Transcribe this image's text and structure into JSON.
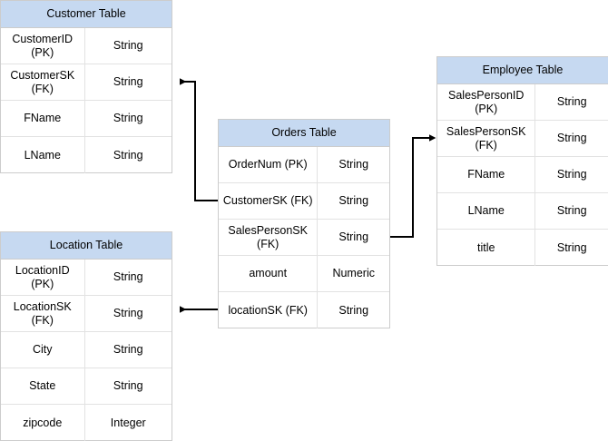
{
  "diagram": {
    "title_suffix": "Table",
    "header_color": "#c6d9f1",
    "border_color": "#cccccc",
    "row_border_color": "#e2e2e2",
    "connector_color": "#000000",
    "tables": [
      {
        "id": "customer",
        "title": "Customer Table",
        "rows": [
          {
            "name": "CustomerID (PK)",
            "type": "String"
          },
          {
            "name": "CustomerSK\n(FK)",
            "type": "String"
          },
          {
            "name": "FName",
            "type": "String"
          },
          {
            "name": "LName",
            "type": "String"
          }
        ]
      },
      {
        "id": "location",
        "title": "Location Table",
        "rows": [
          {
            "name": "LocationID (PK)",
            "type": "String"
          },
          {
            "name": "LocationSK (FK)",
            "type": "String"
          },
          {
            "name": "City",
            "type": "String"
          },
          {
            "name": "State",
            "type": "String"
          },
          {
            "name": "zipcode",
            "type": "Integer"
          }
        ]
      },
      {
        "id": "orders",
        "title": "Orders Table",
        "rows": [
          {
            "name": "OrderNum (PK)",
            "type": "String"
          },
          {
            "name": "CustomerSK (FK)",
            "type": "String"
          },
          {
            "name": "SalesPersonSK\n(FK)",
            "type": "String"
          },
          {
            "name": "amount",
            "type": "Numeric"
          },
          {
            "name": "locationSK (FK)",
            "type": "String"
          }
        ]
      },
      {
        "id": "employee",
        "title": "Employee Table",
        "rows": [
          {
            "name": "SalesPersonID (PK)",
            "type": "String"
          },
          {
            "name": "SalesPersonSK\n(FK)",
            "type": "String"
          },
          {
            "name": "FName",
            "type": "String"
          },
          {
            "name": "LName",
            "type": "String"
          },
          {
            "name": "title",
            "type": "String"
          }
        ]
      }
    ],
    "relationships": [
      {
        "id": "orders-customer",
        "from": "orders.CustomerSK (FK)",
        "to": "customer.CustomerSK (FK)"
      },
      {
        "id": "orders-employee",
        "from": "orders.SalesPersonSK (FK)",
        "to": "employee.SalesPersonSK (FK)"
      },
      {
        "id": "orders-location",
        "from": "orders.locationSK (FK)",
        "to": "location.LocationSK (FK)"
      }
    ]
  }
}
